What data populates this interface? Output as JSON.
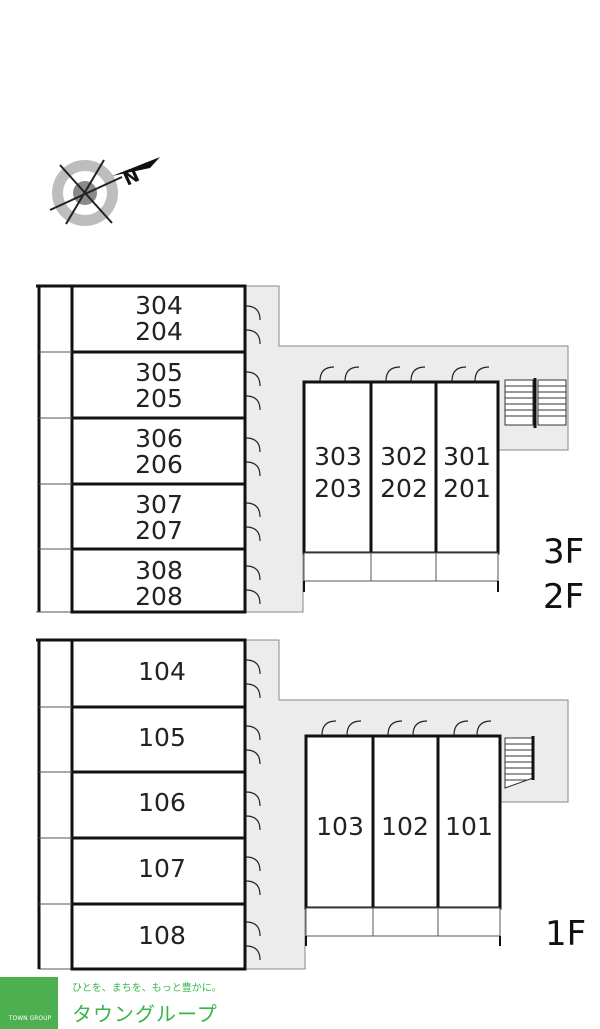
{
  "compass": {
    "label": "N"
  },
  "upper_block": {
    "floor_label_top": "3F",
    "floor_label_bottom": "2F",
    "left_units": [
      {
        "top": "304",
        "bottom": "204"
      },
      {
        "top": "305",
        "bottom": "205"
      },
      {
        "top": "306",
        "bottom": "206"
      },
      {
        "top": "307",
        "bottom": "207"
      },
      {
        "top": "308",
        "bottom": "208"
      }
    ],
    "right_units": [
      {
        "top": "303",
        "bottom": "203"
      },
      {
        "top": "302",
        "bottom": "202"
      },
      {
        "top": "301",
        "bottom": "201"
      }
    ]
  },
  "lower_block": {
    "floor_label": "1F",
    "left_units": [
      "104",
      "105",
      "106",
      "107",
      "108"
    ],
    "right_units": [
      "103",
      "102",
      "101"
    ]
  },
  "logo": {
    "tagline": "ひとを、まちを、もっと豊かに。",
    "name": "タウングループ",
    "mark_text": "TOWN GROUP"
  },
  "colors": {
    "corridor": "#ececec",
    "wall": "#111111",
    "brand_green": "#39b54a"
  }
}
